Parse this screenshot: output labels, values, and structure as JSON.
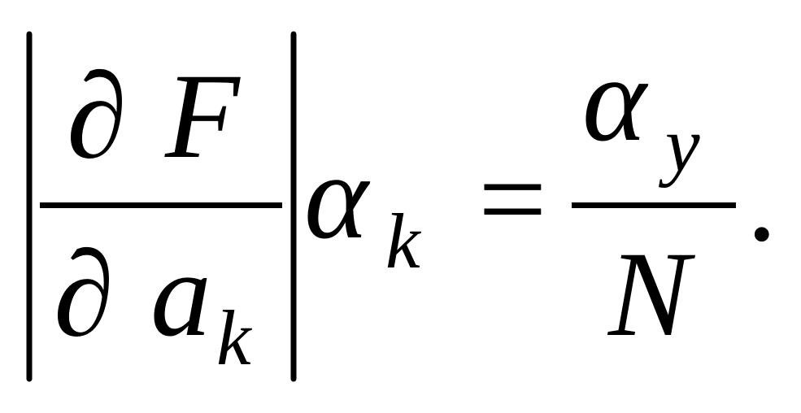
{
  "formula": {
    "lhs": {
      "partial_top": "∂",
      "function": "F",
      "partial_bottom": "∂",
      "variable": "a",
      "variable_subscript": "k",
      "multiplier": "α",
      "multiplier_subscript": "k"
    },
    "equals": "=",
    "rhs": {
      "numerator": "α",
      "numerator_subscript": "y",
      "denominator": "N"
    },
    "terminator": "."
  }
}
